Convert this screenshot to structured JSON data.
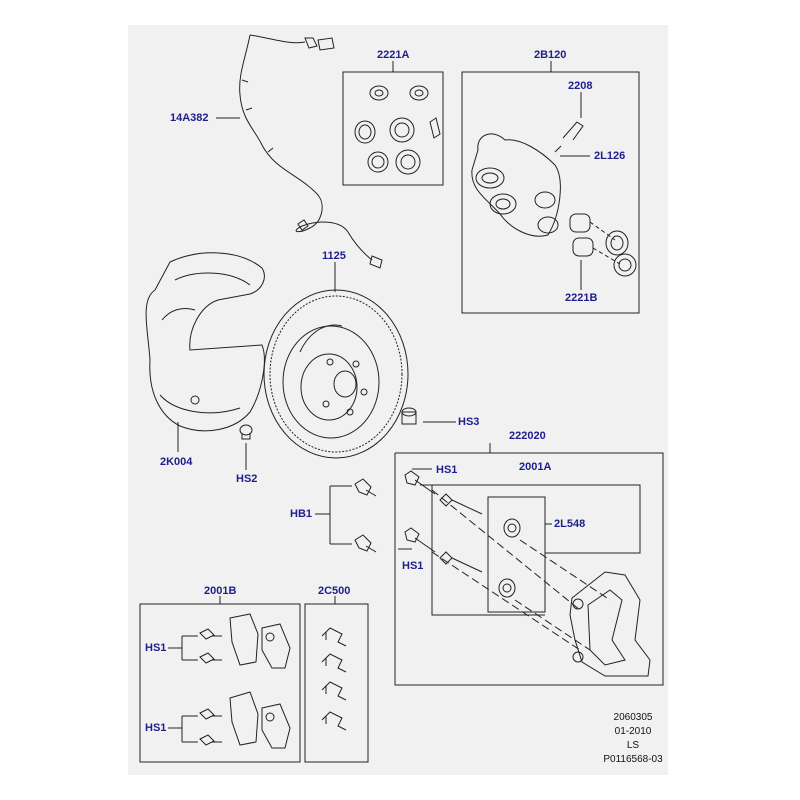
{
  "callouts": {
    "c14A382": "14A382",
    "c2221A": "2221A",
    "c2B120": "2B120",
    "c2208": "2208",
    "c2L126": "2L126",
    "c2221B": "2221B",
    "c1125": "1125",
    "c2K004": "2K004",
    "cHS2": "HS2",
    "cHS3": "HS3",
    "c222020": "222020",
    "c2001A": "2001A",
    "cHS1_top": "HS1",
    "cHB1": "HB1",
    "c2L548": "2L548",
    "cHS1_mid": "HS1",
    "c2001B": "2001B",
    "c2C500": "2C500",
    "cHS1_pad1": "HS1",
    "cHS1_pad2": "HS1"
  },
  "reference": {
    "line1": "2060305",
    "line2": "01-2010",
    "line3": "LS",
    "line4": "P0116568-03"
  },
  "colors": {
    "callout_text": "#1e1e8c",
    "panel_bg": "#f1f1f1",
    "line": "#222222"
  }
}
